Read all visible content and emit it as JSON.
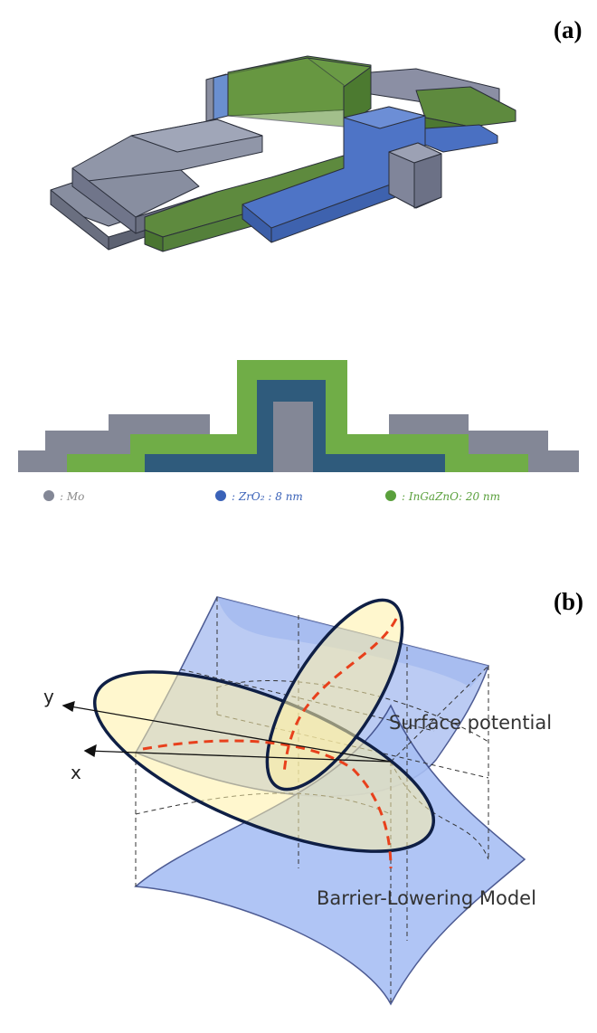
{
  "panels": {
    "a": "(a)",
    "b": "(b)"
  },
  "legend": [
    {
      "symbol": "Mo",
      "color": "#838796"
    },
    {
      "symbol": "ZrO₂ : 8 nm",
      "color": "#3a62b8"
    },
    {
      "symbol": "InGaZnO: 20 nm",
      "color": "#5aa03c"
    }
  ],
  "legend_prefix": ": ",
  "axes": {
    "y": "y",
    "x": "x"
  },
  "annotations": {
    "surface": "Surface potential",
    "barrier": "Barrier-Lowering Model"
  },
  "colors": {
    "mo": "#838796",
    "mo_side": "#5e6270",
    "mo_top": "#a4a8b6",
    "zro2": "#4b6fc0",
    "zro2_cross": "#2f5b7c",
    "igzo": "#5e8a3f",
    "igzo_cross": "#70ad47",
    "surface": "#a9bff3",
    "ellipse_fill": "#fff4b8",
    "dash": "#e8401c",
    "outline": "#0f1f45"
  }
}
